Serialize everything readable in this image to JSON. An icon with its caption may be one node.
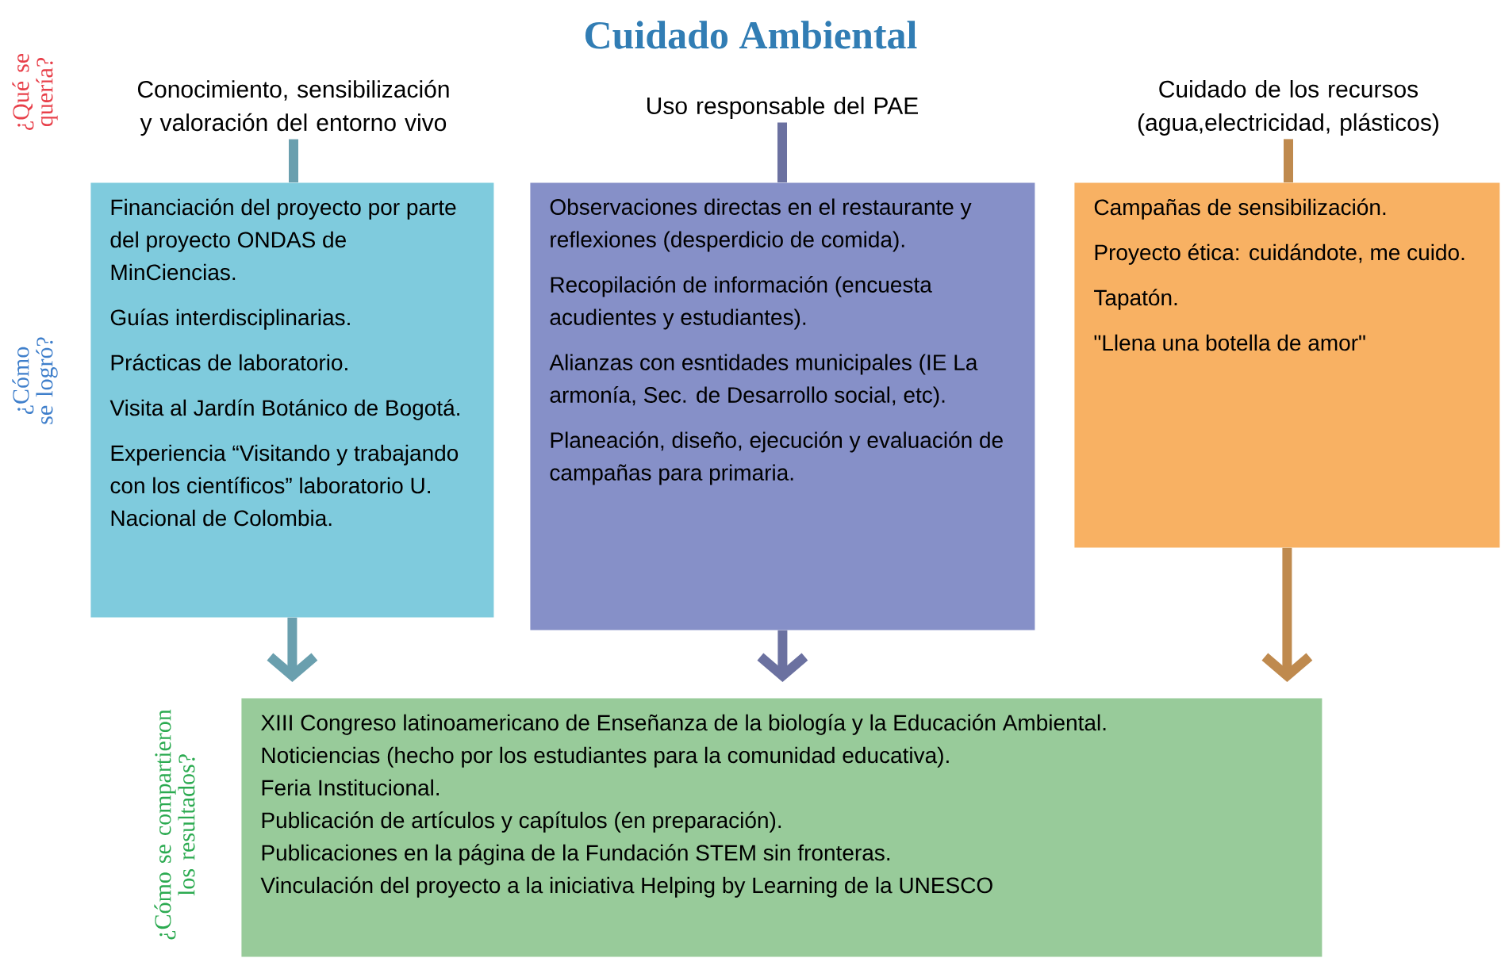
{
  "diagram": {
    "title": "Cuidado Ambiental",
    "nodes": [
      {
        "text": [
          "Conocimiento, sensibilización y valoración del entorno vivo"
        ]
      },
      {
        "text": [
          "Uso responsable del PAE"
        ]
      },
      {
        "text": [
          "Cuidado de los recursos (agua,electricidad, plásticos)"
        ]
      },
      {
        "text": [
          "Financiación del proyecto por parte del proyecto ONDAS de MinCiencias.",
          "Guías interdisciplinarias.",
          "Prácticas de laboratorio.",
          "Visita al Jardín Botánico de Bogotá.",
          "Experiencia “Visitando y trabajando con los científicos” laboratorio U. Nacional de Colombia."
        ]
      },
      {
        "text": [
          "Observaciones directas en el restaurante y reflexiones (desperdicio de comida).",
          "Recopilación de información (encuesta acudientes y estudiantes).",
          "Alianzas con esntidades municipales (IE La armonía, Sec. de Desarrollo social, etc).",
          "Planeación, diseño, ejecución y evaluación de campañas para primaria."
        ]
      },
      {
        "text": [
          "Campañas de sensibilización.",
          "Proyecto ética: cuidándote, me cuido.",
          "Tapatón.",
          "\"Llena una botella de amor\""
        ]
      },
      {
        "text": [
          "XIII Congreso latinoamericano de Enseñanza de la biología y la Educación Ambiental.",
          "Noticiencias (hecho por los estudiantes para la comunidad educativa).",
          "Feria Institucional.",
          "Publicación de artículos y capítulos (en preparación).",
          "Publicaciones en la página de la Fundación STEM sin fronteras.",
          "Vinculación del proyecto a la iniciativa Helping by Learning de la UNESCO"
        ]
      }
    ],
    "edges": [
      {
        "from": 0,
        "to": 3,
        "arrow": "none",
        "color": "#6a9fae"
      },
      {
        "from": 1,
        "to": 4,
        "arrow": "none",
        "color": "#6b71a0"
      },
      {
        "from": 2,
        "to": 5,
        "arrow": "none",
        "color": "#bf8a4e"
      },
      {
        "from": 3,
        "to": 6,
        "arrow": "to",
        "color": "#6a9fae"
      },
      {
        "from": 4,
        "to": 6,
        "arrow": "to",
        "color": "#6b71a0"
      },
      {
        "from": 5,
        "to": 6,
        "arrow": "to",
        "color": "#bf8a4e"
      }
    ],
    "labels": [
      "¿Qué se quería?",
      "¿Cómo se logró?",
      "¿Cómo se compartieron los resultados?"
    ]
  }
}
